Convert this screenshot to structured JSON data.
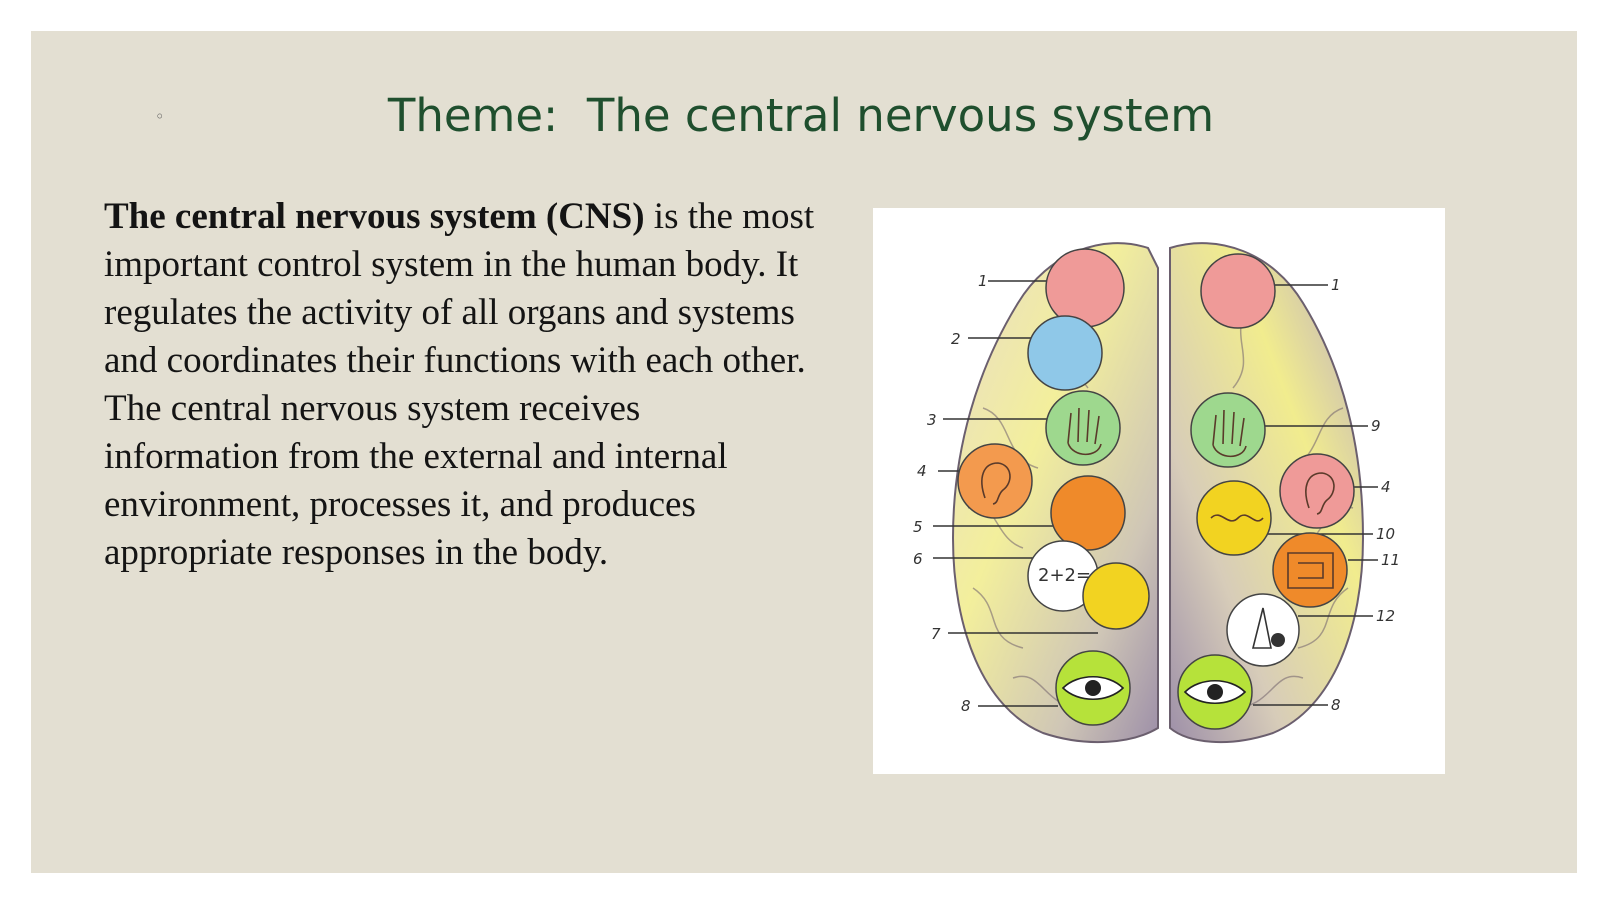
{
  "slide": {
    "bullet": "◦",
    "title": "Theme:  The central nervous system",
    "body": {
      "bold_lead": "The central nervous system (CNS)",
      "text": " is the most important control system in the human body. It regulates the activity of all organs and systems and coordinates their functions with each other. The central nervous system receives information from the external and internal environment, processes it, and produces appropriate responses in the body."
    },
    "figure": {
      "left_labels": [
        "1",
        "2",
        "3",
        "4",
        "5",
        "6",
        "7",
        "8"
      ],
      "right_labels": [
        "1",
        "9",
        "4",
        "10",
        "11",
        "12",
        "8"
      ],
      "math_text": "2+2=",
      "colors": {
        "pink": "#ef9a98",
        "blue": "#8fc8e8",
        "green": "#9ed88e",
        "orange": "#f39a4e",
        "dark_orange": "#ef8a2a",
        "yellow": "#f2d321",
        "lime": "#b6e23a",
        "white": "#ffffff"
      }
    }
  }
}
